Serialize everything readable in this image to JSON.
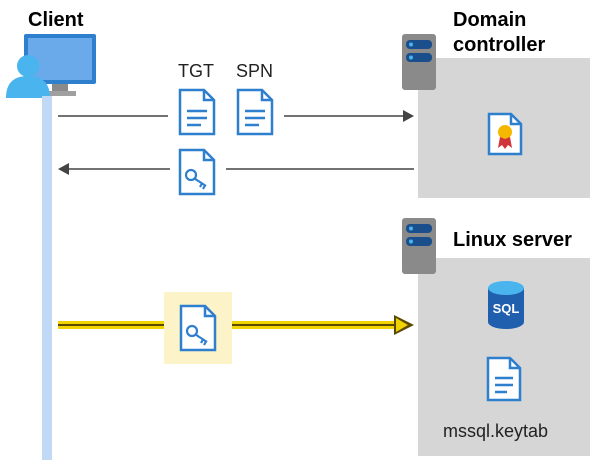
{
  "client": {
    "title": "Client"
  },
  "domain_controller": {
    "title_line1": "Domain",
    "title_line2": "controller"
  },
  "linux_server": {
    "title": "Linux server",
    "keytab_label": "mssql.keytab",
    "sql_label": "SQL"
  },
  "tickets": {
    "tgt_label": "TGT",
    "spn_label": "SPN"
  },
  "colors": {
    "doc_blue": "#2f7fcf",
    "box_gray": "#d6d6d6",
    "lifeline": "#c2d9f5",
    "highlight_bg": "#fcf3c8",
    "highlight_arrow": "#f2d200",
    "server_gray": "#8a8a8a",
    "cert_red": "#d13438"
  },
  "icons": [
    "client-user-icon",
    "server-icon",
    "document-icon",
    "key-document-icon",
    "certificate-icon",
    "sql-database-icon"
  ]
}
